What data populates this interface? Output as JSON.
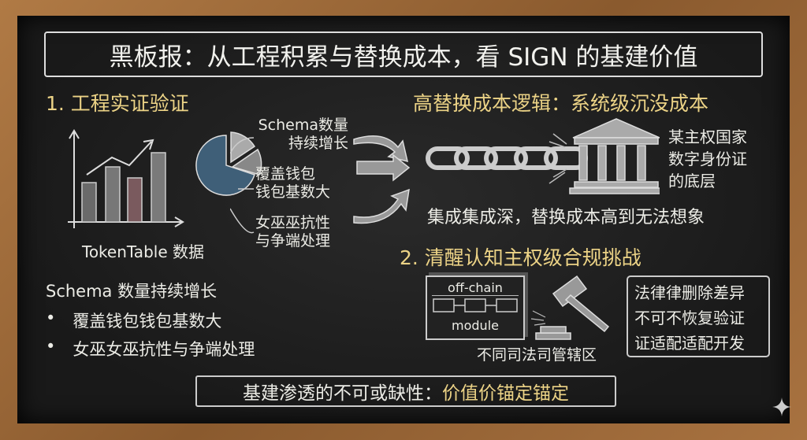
{
  "title": "黑板报：从工程积累与替换成本，看 SIGN 的基建价值",
  "section1": {
    "heading": "1. 工程实证验证",
    "chart_caption": "TokenTable 数据",
    "pie_labels": [
      {
        "line1": "Schema数量",
        "line2": "持续增长"
      },
      {
        "line1": "覆盖钱包",
        "line2": "钱包基数大"
      },
      {
        "line1": "女巫巫抗性",
        "line2": "与争端处理"
      }
    ],
    "summary": "Schema 数量持续增长",
    "bullets": [
      "覆盖钱包钱包基数大",
      "女巫女巫抗性与争端处理"
    ]
  },
  "right": {
    "heading": "高替换成本逻辑：系统级沉没成本",
    "building_label": [
      "某主权国家",
      "数字身份证",
      "的底层"
    ],
    "integration": "集成集成深，替换成本高到无法想象"
  },
  "section2": {
    "heading": "2. 清醒认知主权级合规挑战",
    "module_top": "off-chain",
    "module_bottom": "module",
    "jurisdiction": "不同司法司管辖区",
    "box_lines": [
      "法律律删除差异",
      "不可不恢复验证",
      "证适配适配开发"
    ]
  },
  "footer": {
    "prefix": "基建渗透的不可或缺性：",
    "highlight": "价值价锚定锚定"
  },
  "colors": {
    "chalk": "#ecece6",
    "yellow": "#ecd386",
    "board": "#1e1e1e",
    "wood": "#9a6a3c"
  }
}
